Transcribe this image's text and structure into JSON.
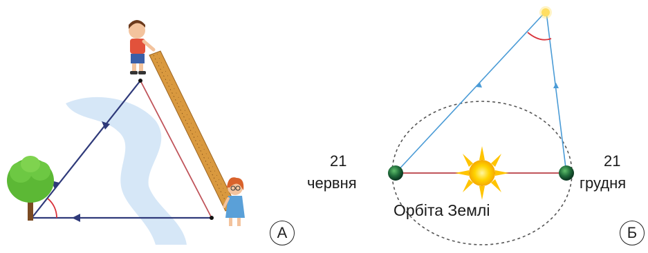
{
  "panel_a": {
    "badge": "А"
  },
  "panel_b": {
    "left_date_day": "21",
    "left_date_month": "червня",
    "right_date_day": "21",
    "right_date_month": "грудня",
    "orbit_label": "Орбіта Землі",
    "badge": "Б"
  },
  "colors": {
    "river": "#cfe3f6",
    "navy_line": "#2f3a7a",
    "red_line": "#c0545a",
    "ruler": "#c98a3a",
    "orbit": "#555555",
    "sun_rays": "#4a9bd6",
    "sun": "#f7c600",
    "earth": "#1f6b3a",
    "angle_arc": "#d9333b"
  }
}
